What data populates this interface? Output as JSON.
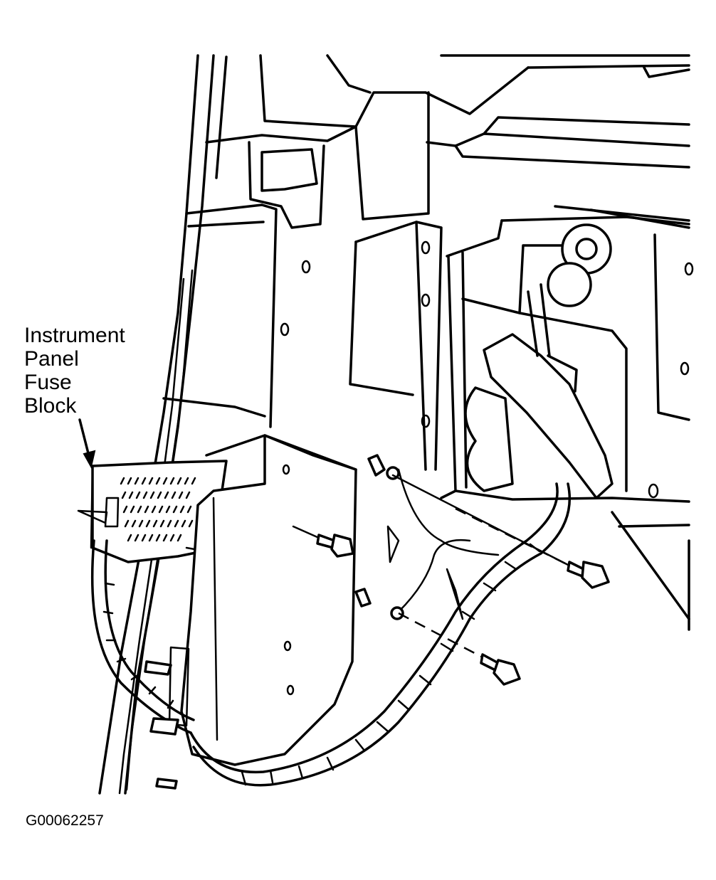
{
  "callout": {
    "line1": "Instrument",
    "line2": "Panel",
    "line3": "Fuse",
    "line4": "Block"
  },
  "figure_id": "G00062257",
  "colors": {
    "ink": "#000000",
    "paper": "#ffffff"
  }
}
